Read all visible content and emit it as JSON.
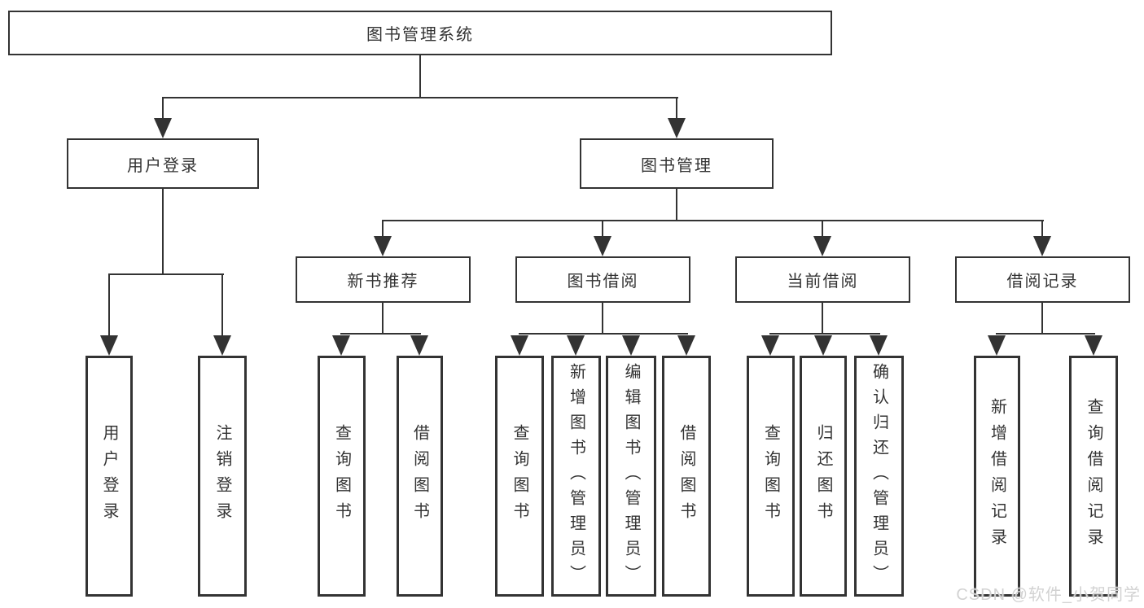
{
  "diagram": {
    "title_node": {
      "label": "图书管理系统"
    },
    "level2": [
      {
        "label": "用户登录"
      },
      {
        "label": "图书管理"
      }
    ],
    "level3": [
      {
        "label": "新书推荐"
      },
      {
        "label": "图书借阅"
      },
      {
        "label": "当前借阅"
      },
      {
        "label": "借阅记录"
      }
    ],
    "leaves": {
      "user_login": [
        {
          "label": "用户登录"
        },
        {
          "label": "注销登录"
        }
      ],
      "new_book": [
        {
          "label": "查询图书"
        },
        {
          "label": "借阅图书"
        }
      ],
      "book_borrow": [
        {
          "label": "查询图书"
        },
        {
          "label": "新增图书（管理员）"
        },
        {
          "label": "编辑图书（管理员）"
        },
        {
          "label": "借阅图书"
        }
      ],
      "current_borrow": [
        {
          "label": "查询图书"
        },
        {
          "label": "归还图书"
        },
        {
          "label": "确认归还（管理员）"
        }
      ],
      "borrow_record": [
        {
          "label": "新增借阅记录"
        },
        {
          "label": "查询借阅记录"
        }
      ]
    }
  },
  "watermark": {
    "text": "CSDN @软件_小贺同学"
  },
  "colors": {
    "line": "#333333",
    "text": "#333333",
    "background": "#ffffff",
    "watermark": "#d2d2d2"
  }
}
